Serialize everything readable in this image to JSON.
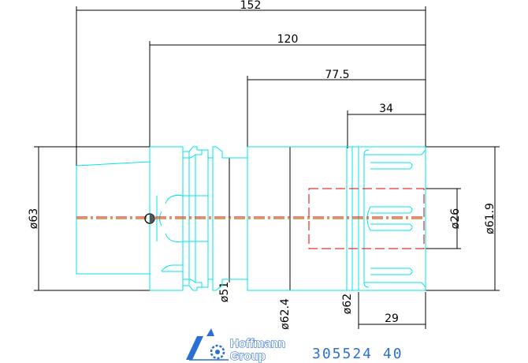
{
  "dimensions": {
    "overall_length": "152",
    "length_120": "120",
    "length_77_5": "77.5",
    "length_34": "34",
    "length_29": "29",
    "dia_63": "ø63",
    "dia_51": "ø51",
    "dia_62_4": "ø62.4",
    "dia_62": "ø62",
    "dia_26": "ø26",
    "dia_61_9": "ø61.9"
  },
  "logo": {
    "line1": "Hoffmann",
    "line2": "Group",
    "icon": "hoffmann-gear-logo-icon"
  },
  "part_number": "305524 40",
  "colors": {
    "outline": "#00e5ee",
    "dimension": "#000000",
    "hidden": "#e00000",
    "centerline": "#b8862b",
    "brand": "#2b6fd6"
  }
}
